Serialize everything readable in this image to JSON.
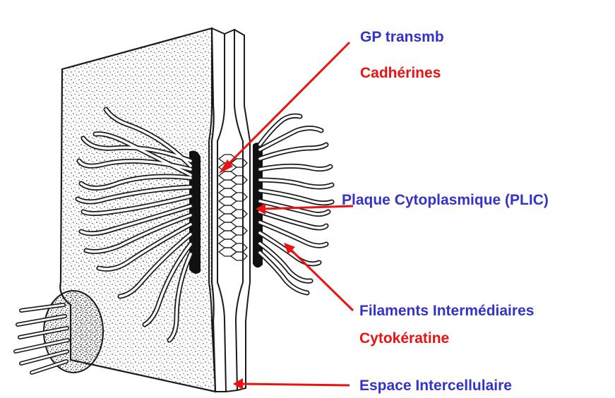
{
  "labels": {
    "gp_transmb": "GP transmb",
    "cadherines": "Cadhérines",
    "plaque": "Plaque Cytoplasmique (PLIC)",
    "filaments": "Filaments Intermédiaires",
    "cytokeratine": "Cytokératine",
    "espace": "Espace Intercellulaire"
  },
  "colors": {
    "label_blue": "#3333cc",
    "label_red": "#ee1111",
    "arrow_red": "#ee1111",
    "ink": "#1a1a1a",
    "plaque": "#111111",
    "paper": "#ffffff"
  }
}
